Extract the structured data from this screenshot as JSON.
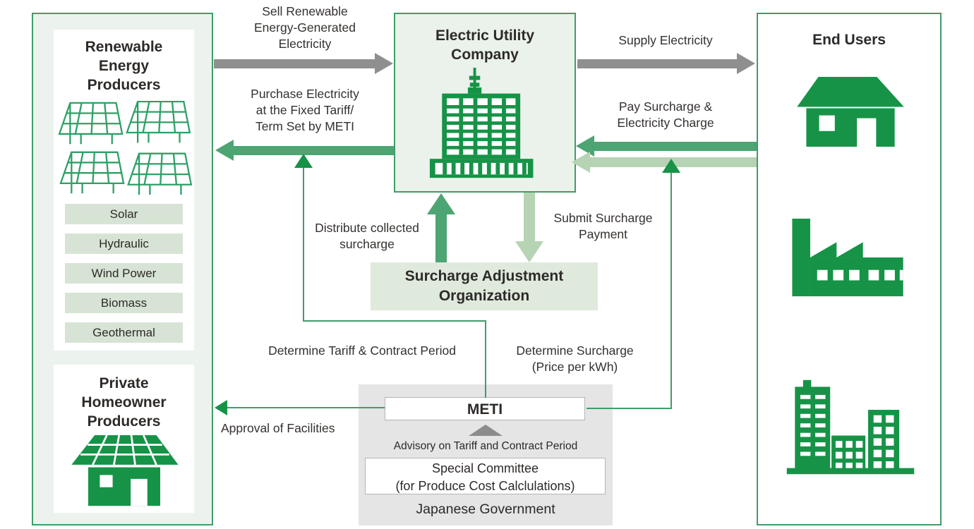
{
  "palette": {
    "green_dark": "#169347",
    "green_mid": "#4ca572",
    "green_light": "#b6d3b4",
    "gray_arrow": "#8f8f8f",
    "panel_border": "#3f9e68"
  },
  "left_panel": {
    "renewable_title": "Renewable\nEnergy\nProducers",
    "sources": [
      "Solar",
      "Hydraulic",
      "Wind Power",
      "Biomass",
      "Geothermal"
    ],
    "private_title": "Private\nHomeowner\nProducers"
  },
  "utility_box": {
    "title": "Electric Utility\nCompany"
  },
  "end_users": {
    "title": "End Users"
  },
  "surcharge_org": {
    "title": "Surcharge Adjustment\nOrganization"
  },
  "government": {
    "meti_label": "METI",
    "advisory_label": "Advisory on Tariff and Contract Period",
    "committee_label": "Special Committee\n(for Produce Cost Calclulations)",
    "name": "Japanese Government"
  },
  "flow_labels": {
    "sell": "Sell Renewable\nEnergy-Generated\nElectricity",
    "purchase": "Purchase Electricity\nat the Fixed Tariff/\nTerm Set by METI",
    "supply": "Supply Electricity",
    "pay": "Pay Surcharge &\nElectricity Charge",
    "distribute": "Distribute collected\nsurcharge",
    "submit": "Submit Surcharge\nPayment",
    "determine_tariff": "Determine Tariff & Contract Period",
    "determine_surcharge": "Determine Surcharge\n(Price per kWh)",
    "approval": "Approval of Facilities"
  }
}
